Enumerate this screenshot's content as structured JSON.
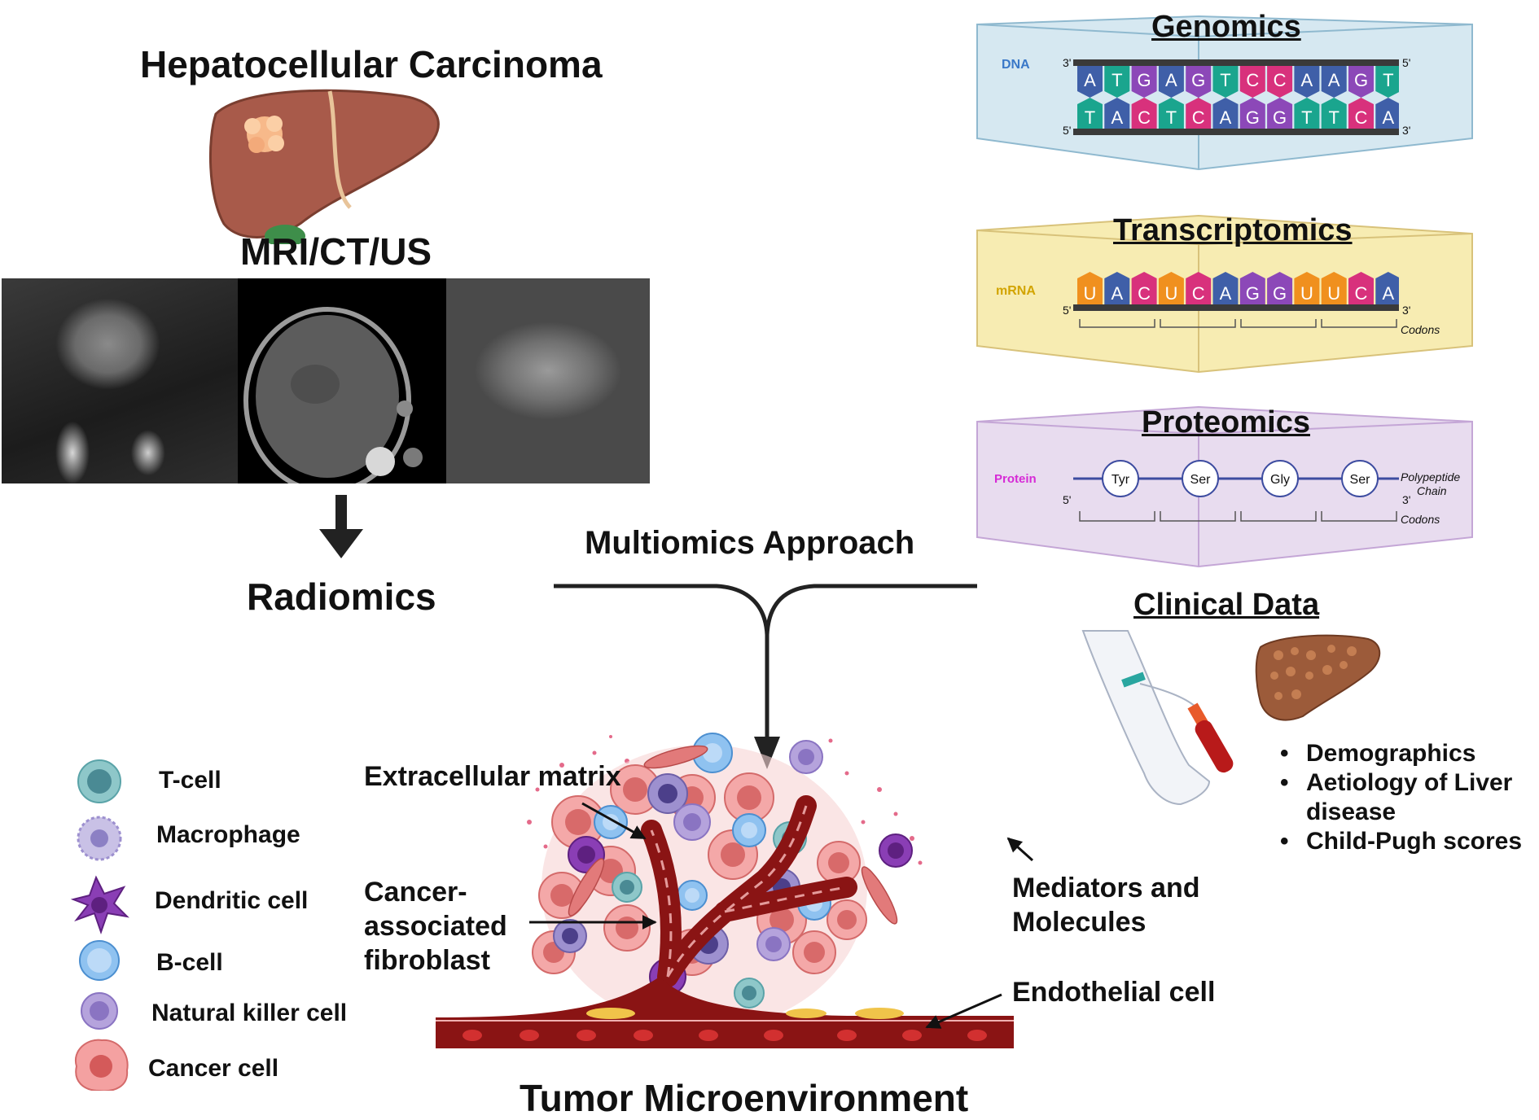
{
  "hcc": {
    "title": "Hepatocellular Carcinoma",
    "imaging": "MRI/CT/US",
    "radiomics": "Radiomics"
  },
  "center": {
    "approach": "Multiomics Approach",
    "tme_title": "Tumor Microenvironment"
  },
  "genomics": {
    "title": "Genomics",
    "label": "DNA",
    "end_top_left": "3'",
    "end_top_right": "5'",
    "end_bottom_left": "5'",
    "end_bottom_right": "3'",
    "top": [
      "A",
      "T",
      "G",
      "A",
      "G",
      "T",
      "C",
      "C",
      "A",
      "A",
      "G",
      "T"
    ],
    "bottom": [
      "T",
      "A",
      "C",
      "T",
      "C",
      "A",
      "G",
      "G",
      "T",
      "T",
      "C",
      "A"
    ]
  },
  "transcriptomics": {
    "title": "Transcriptomics",
    "label": "mRNA",
    "end_left": "5'",
    "end_right": "3'",
    "bases": [
      "U",
      "A",
      "C",
      "U",
      "C",
      "A",
      "G",
      "G",
      "U",
      "U",
      "C",
      "A"
    ],
    "codons": "Codons"
  },
  "proteomics": {
    "title": "Proteomics",
    "label": "Protein",
    "end_left": "5'",
    "end_right": "3'",
    "aminos": [
      "Tyr",
      "Ser",
      "Gly",
      "Ser"
    ],
    "chain_line1": "Polypeptide",
    "chain_line2": "Chain",
    "codons": "Codons"
  },
  "clinical": {
    "title": "Clinical Data",
    "bullets": [
      "Demographics",
      "Aetiology of Liver",
      "disease",
      "Child-Pugh scores"
    ]
  },
  "legend": {
    "items": [
      "T-cell",
      "Macrophage",
      "Dendritic cell",
      "B-cell",
      "Natural killer cell",
      "Cancer cell"
    ]
  },
  "tme_labels": {
    "ecm": "Extracellular matrix",
    "caf1": "Cancer-",
    "caf2": "associated",
    "caf3": "fibroblast",
    "med1": "Mediators and",
    "med2": "Molecules",
    "endo": "Endothelial cell"
  },
  "colors": {
    "A": "#3f5fa8",
    "T": "#1aa58e",
    "G": "#8c48b8",
    "C": "#d8317c",
    "U": "#f0901e",
    "genomics_box": "#d6e8f1",
    "transcriptomics_box": "#f7ecb2",
    "proteomics_box": "#e8dcef",
    "vessel": "#8a1414",
    "liver": "#a85a4a"
  }
}
